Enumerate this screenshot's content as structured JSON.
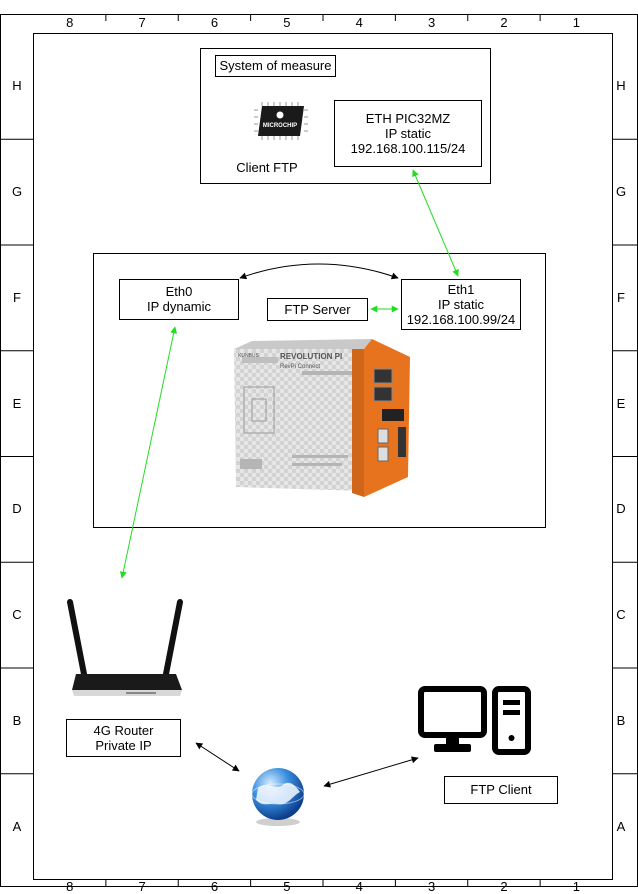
{
  "frame": {
    "columns_top": [
      "8",
      "7",
      "6",
      "5",
      "4",
      "3",
      "2",
      "1"
    ],
    "columns_bottom": [
      "8",
      "7",
      "6",
      "5",
      "4",
      "3",
      "2",
      "1"
    ],
    "rows_left": [
      "H",
      "G",
      "F",
      "E",
      "D",
      "C",
      "B",
      "A"
    ],
    "rows_right": [
      "H",
      "G",
      "F",
      "E",
      "D",
      "C",
      "B",
      "A"
    ]
  },
  "measure_system": {
    "title": "System of measure",
    "chip_brand": "MICROCHIP",
    "client_label": "Client FTP",
    "eth_lines": [
      "ETH PIC32MZ",
      "IP static",
      "192.168.100.115/24"
    ]
  },
  "revpi": {
    "eth0_lines": [
      "Eth0",
      "IP dynamic"
    ],
    "eth1_lines": [
      "Eth1",
      "IP static",
      "192.168.100.99/24"
    ],
    "ftp_server": "FTP Server",
    "device_title": "REVOLUTION PI",
    "device_model": "RevPi Connect",
    "device_brand": "KUNBUS"
  },
  "router": {
    "lines": [
      "4G Router",
      "Private IP"
    ]
  },
  "ftp_client": {
    "label": "FTP Client"
  },
  "colors": {
    "green_link": "#22dd22",
    "black_link": "#000000",
    "device_orange": "#e8731e",
    "device_grey": "#d9d9d9"
  },
  "icons": {
    "chip": "microcontroller-chip-icon",
    "globe": "internet-globe-icon",
    "pc": "desktop-computer-icon",
    "router": "4g-router-icon",
    "device": "revolution-pi-device-icon"
  }
}
